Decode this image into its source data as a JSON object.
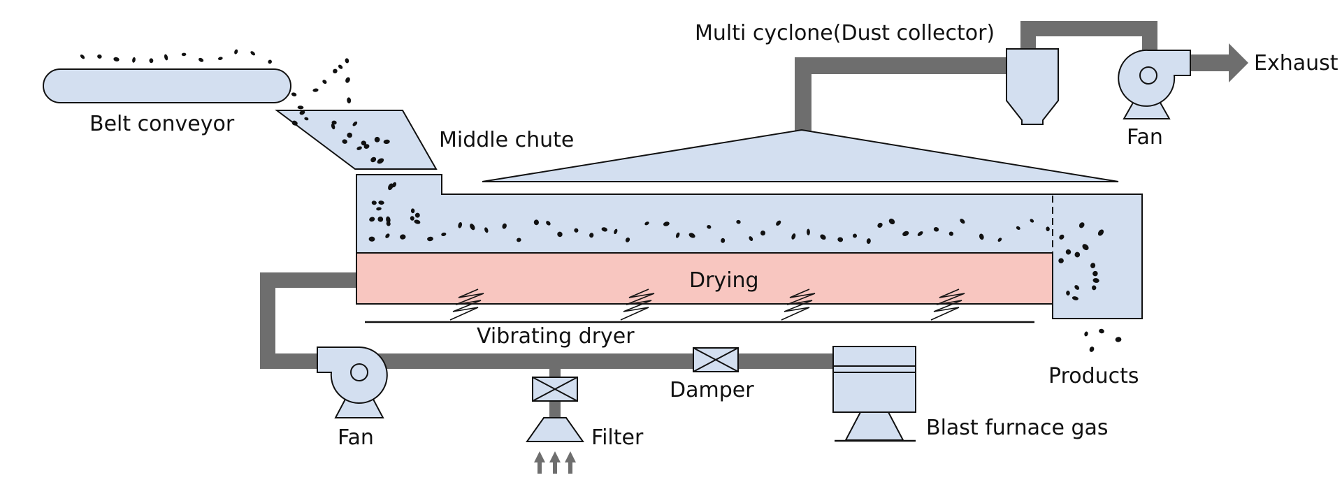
{
  "labels": {
    "belt_conveyor": "Belt conveyor",
    "middle_chute": "Middle chute",
    "multi_cyclone": "Multi cyclone(Dust collector)",
    "exhaust": "Exhaust",
    "fan_top": "Fan",
    "drying": "Drying",
    "vibrating_dryer": "Vibrating dryer",
    "products": "Products",
    "fan_bottom": "Fan",
    "filter": "Filter",
    "damper": "Damper",
    "blast_furnace_gas": "Blast furnace gas"
  },
  "colors": {
    "equipment_fill": "#d3dff0",
    "drying_fill": "#f8c6c0",
    "duct": "#6e6e6e",
    "outline": "#111111",
    "particle": "#111111"
  }
}
